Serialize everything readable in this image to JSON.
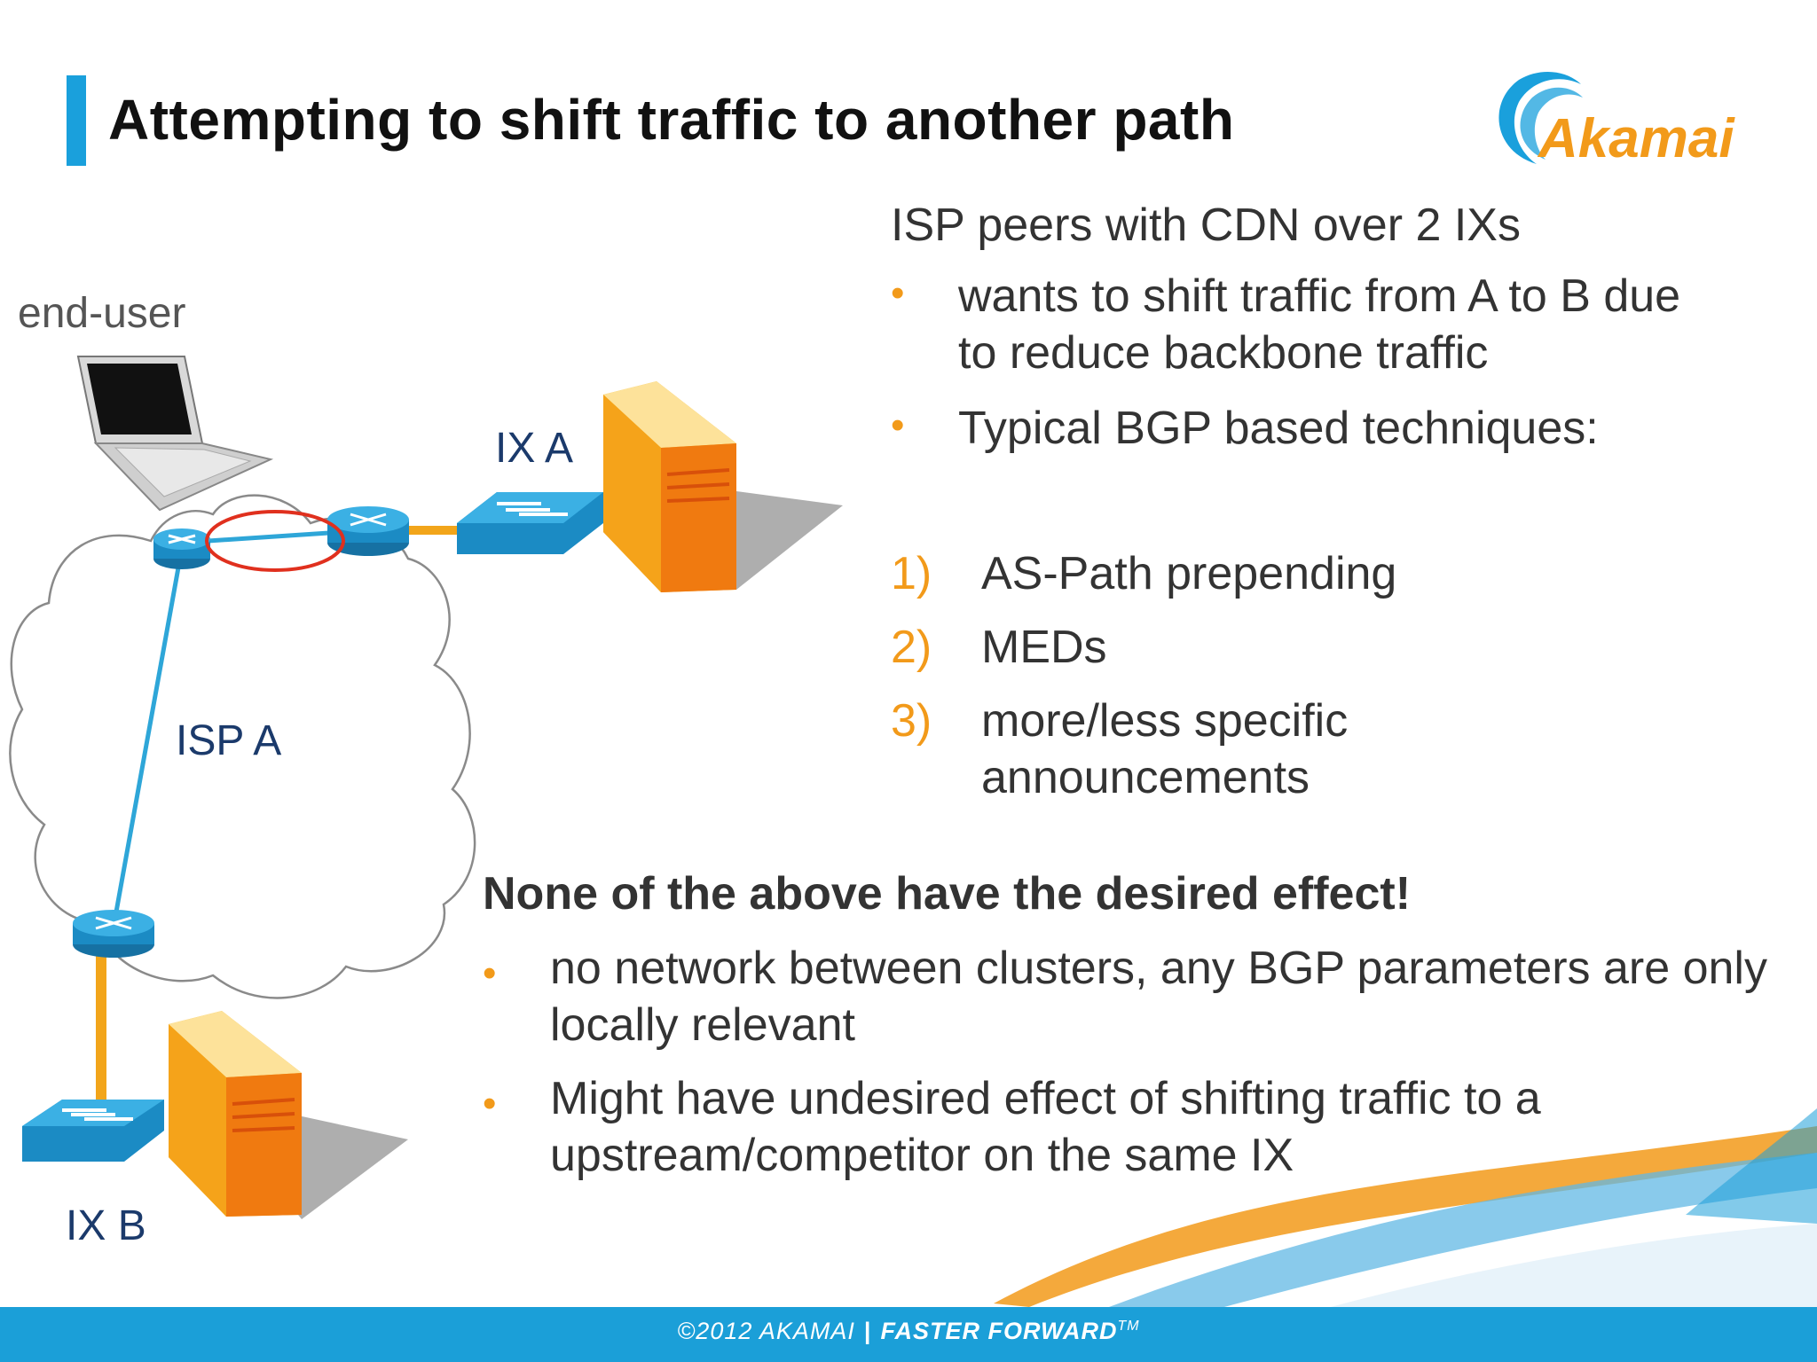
{
  "slide": {
    "title": "Attempting to shift traffic to another path",
    "logo_text": "Akamai"
  },
  "diagram": {
    "end_user_label": "end-user",
    "ix_a_label": "IX A",
    "isp_a_label": "ISP A",
    "ix_b_label": "IX B"
  },
  "content": {
    "heading": "ISP peers with CDN over 2 IXs",
    "bullet_char": "•",
    "bullets": [
      "wants to shift traffic from A to B due to reduce backbone traffic",
      "Typical BGP based techniques:"
    ],
    "techniques": [
      {
        "num": "1)",
        "text": "AS-Path prepending"
      },
      {
        "num": "2)",
        "text": "MEDs"
      },
      {
        "num": "3)",
        "text": "more/less specific announcements"
      }
    ],
    "conclusion": "None of the above have the desired effect!",
    "conclusion_bullets": [
      "no network between clusters, any BGP parameters are only locally relevant",
      "Might have undesired effect of shifting traffic to a upstream/competitor on the same IX"
    ]
  },
  "footer": {
    "copyright": "©2012 AKAMAI",
    "separator": "|",
    "tagline": "FASTER FORWARD",
    "trademark": "TM"
  },
  "colors": {
    "accent_blue": "#1aa0dc",
    "accent_orange": "#f29a1a",
    "label_navy": "#1b3a6b",
    "highlight_red": "#e0301e"
  }
}
